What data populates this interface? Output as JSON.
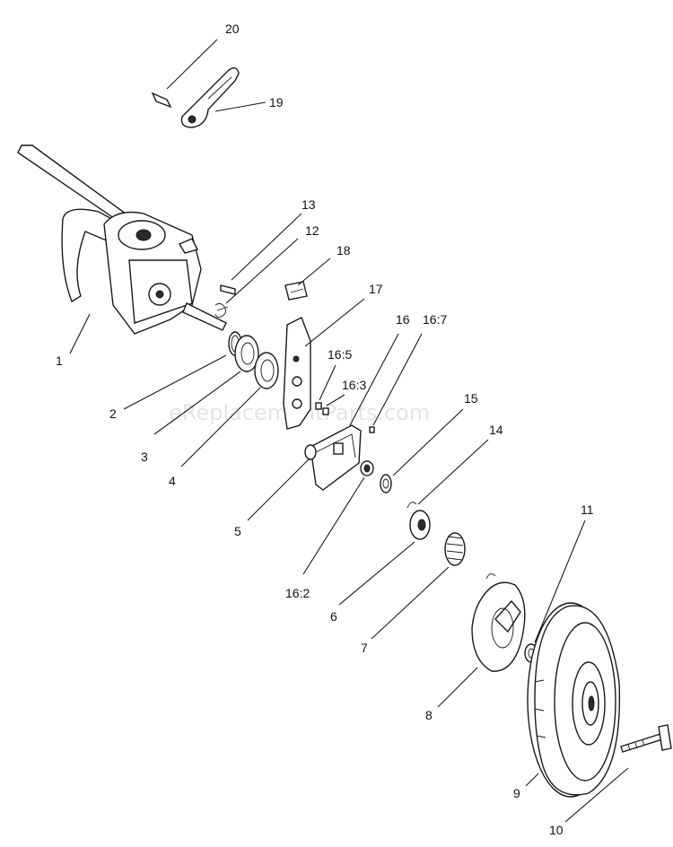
{
  "watermark": "eReplacementParts.com",
  "callouts": {
    "c20": "20",
    "c19": "19",
    "c13": "13",
    "c12": "12",
    "c18": "18",
    "c17": "17",
    "c16": "16",
    "c16_7": "16:7",
    "c16_5": "16:5",
    "c16_3": "16:3",
    "c1": "1",
    "c15": "15",
    "c14": "14",
    "c2": "2",
    "c3": "3",
    "c4": "4",
    "c5": "5",
    "c11": "11",
    "c16_2": "16:2",
    "c6": "6",
    "c7": "7",
    "c8": "8",
    "c9": "9",
    "c10": "10"
  }
}
